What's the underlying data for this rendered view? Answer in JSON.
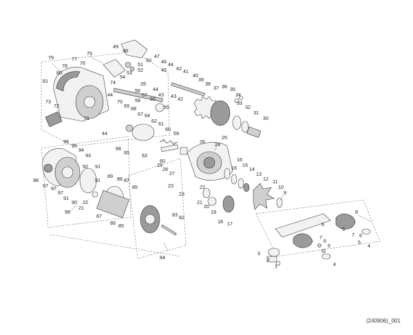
{
  "document_ref": "(240906)_001",
  "callouts": [
    {
      "id": "c1",
      "text": "1"
    },
    {
      "id": "c2",
      "text": "2"
    },
    {
      "id": "c3",
      "text": "3"
    },
    {
      "id": "c4a",
      "text": "4"
    },
    {
      "id": "c4b",
      "text": "4"
    },
    {
      "id": "c5a",
      "text": "5"
    },
    {
      "id": "c5b",
      "text": "5"
    },
    {
      "id": "c6a",
      "text": "6"
    },
    {
      "id": "c6b",
      "text": "6"
    },
    {
      "id": "c6c",
      "text": "6"
    },
    {
      "id": "c6d",
      "text": "6"
    },
    {
      "id": "c7a",
      "text": "7"
    },
    {
      "id": "c7b",
      "text": "7"
    },
    {
      "id": "c8",
      "text": "8"
    },
    {
      "id": "c9",
      "text": "9"
    },
    {
      "id": "c10",
      "text": "10"
    },
    {
      "id": "c11",
      "text": "11"
    },
    {
      "id": "c12",
      "text": "12"
    },
    {
      "id": "c13",
      "text": "13"
    },
    {
      "id": "c14",
      "text": "14"
    },
    {
      "id": "c15",
      "text": "15"
    },
    {
      "id": "c16a",
      "text": "16"
    },
    {
      "id": "c16b",
      "text": "16"
    },
    {
      "id": "c17",
      "text": "17"
    },
    {
      "id": "c18",
      "text": "18"
    },
    {
      "id": "c19",
      "text": "19"
    },
    {
      "id": "c20",
      "text": "20"
    },
    {
      "id": "c21a",
      "text": "21"
    },
    {
      "id": "c21b",
      "text": "21"
    },
    {
      "id": "c22a",
      "text": "22"
    },
    {
      "id": "c22b",
      "text": "22"
    },
    {
      "id": "c23a",
      "text": "23"
    },
    {
      "id": "c23b",
      "text": "23"
    },
    {
      "id": "c24",
      "text": "24"
    },
    {
      "id": "c25",
      "text": "25"
    },
    {
      "id": "c26",
      "text": "26"
    },
    {
      "id": "c27",
      "text": "27"
    },
    {
      "id": "c28a",
      "text": "28"
    },
    {
      "id": "c28b",
      "text": "28"
    },
    {
      "id": "c29",
      "text": "29"
    },
    {
      "id": "c30",
      "text": "30"
    },
    {
      "id": "c31",
      "text": "31"
    },
    {
      "id": "c32",
      "text": "32"
    },
    {
      "id": "c33",
      "text": "33"
    },
    {
      "id": "c34",
      "text": "34"
    },
    {
      "id": "c35",
      "text": "35"
    },
    {
      "id": "c36",
      "text": "36"
    },
    {
      "id": "c37",
      "text": "37"
    },
    {
      "id": "c38",
      "text": "38"
    },
    {
      "id": "c39",
      "text": "39"
    },
    {
      "id": "c40",
      "text": "40"
    },
    {
      "id": "c41",
      "text": "41"
    },
    {
      "id": "c42a",
      "text": "42"
    },
    {
      "id": "c42b",
      "text": "42"
    },
    {
      "id": "c43a",
      "text": "43"
    },
    {
      "id": "c43b",
      "text": "43"
    },
    {
      "id": "c44a",
      "text": "44"
    },
    {
      "id": "c44b",
      "text": "44"
    },
    {
      "id": "c44c",
      "text": "44"
    },
    {
      "id": "c44d",
      "text": "44"
    },
    {
      "id": "c45",
      "text": "45"
    },
    {
      "id": "c46",
      "text": "46"
    },
    {
      "id": "c47",
      "text": "47"
    },
    {
      "id": "c48",
      "text": "48"
    },
    {
      "id": "c49",
      "text": "49"
    },
    {
      "id": "c50",
      "text": "50"
    },
    {
      "id": "c51",
      "text": "51"
    },
    {
      "id": "c52",
      "text": "52"
    },
    {
      "id": "c53",
      "text": "53"
    },
    {
      "id": "c54",
      "text": "54"
    },
    {
      "id": "c55",
      "text": "55"
    },
    {
      "id": "c56a",
      "text": "56"
    },
    {
      "id": "c56b",
      "text": "56"
    },
    {
      "id": "c57",
      "text": "57"
    },
    {
      "id": "c58",
      "text": "58"
    },
    {
      "id": "c59",
      "text": "59"
    },
    {
      "id": "c60a",
      "text": "60"
    },
    {
      "id": "c60b",
      "text": "60"
    },
    {
      "id": "c61",
      "text": "61"
    },
    {
      "id": "c62",
      "text": "62"
    },
    {
      "id": "c63",
      "text": "63"
    },
    {
      "id": "c64",
      "text": "64"
    },
    {
      "id": "c65",
      "text": "65"
    },
    {
      "id": "c66",
      "text": "66"
    },
    {
      "id": "c67",
      "text": "67"
    },
    {
      "id": "c68",
      "text": "68"
    },
    {
      "id": "c69",
      "text": "69"
    },
    {
      "id": "c70",
      "text": "70"
    },
    {
      "id": "c71",
      "text": "71"
    },
    {
      "id": "c72",
      "text": "72"
    },
    {
      "id": "c73",
      "text": "73"
    },
    {
      "id": "c74",
      "text": "74"
    },
    {
      "id": "c75",
      "text": "75"
    },
    {
      "id": "c76",
      "text": "76"
    },
    {
      "id": "c77",
      "text": "77"
    },
    {
      "id": "c78",
      "text": "78"
    },
    {
      "id": "c79",
      "text": "79"
    },
    {
      "id": "c80",
      "text": "80"
    },
    {
      "id": "c81",
      "text": "81"
    },
    {
      "id": "c82",
      "text": "82"
    },
    {
      "id": "c83",
      "text": "83"
    },
    {
      "id": "c84",
      "text": "84"
    },
    {
      "id": "c85a",
      "text": "85"
    },
    {
      "id": "c85b",
      "text": "85"
    },
    {
      "id": "c86",
      "text": "86"
    },
    {
      "id": "c87a",
      "text": "87"
    },
    {
      "id": "c87b",
      "text": "87"
    },
    {
      "id": "c88",
      "text": "88"
    },
    {
      "id": "c89",
      "text": "89"
    },
    {
      "id": "c90",
      "text": "90"
    },
    {
      "id": "c91a",
      "text": "91"
    },
    {
      "id": "c91b",
      "text": "91"
    },
    {
      "id": "c91c",
      "text": "91"
    },
    {
      "id": "c92",
      "text": "92"
    },
    {
      "id": "c93",
      "text": "93"
    },
    {
      "id": "c94",
      "text": "94"
    },
    {
      "id": "c95",
      "text": "95"
    },
    {
      "id": "c96",
      "text": "96"
    },
    {
      "id": "c97a",
      "text": "97"
    },
    {
      "id": "c97b",
      "text": "97"
    },
    {
      "id": "c97c",
      "text": "97"
    },
    {
      "id": "c98",
      "text": "98"
    },
    {
      "id": "c99",
      "text": "99"
    }
  ],
  "colors": {
    "ink": "#222222",
    "part_fill": "#f2f2f2",
    "part_dark": "#9a9a9a",
    "frame": "#777777"
  }
}
